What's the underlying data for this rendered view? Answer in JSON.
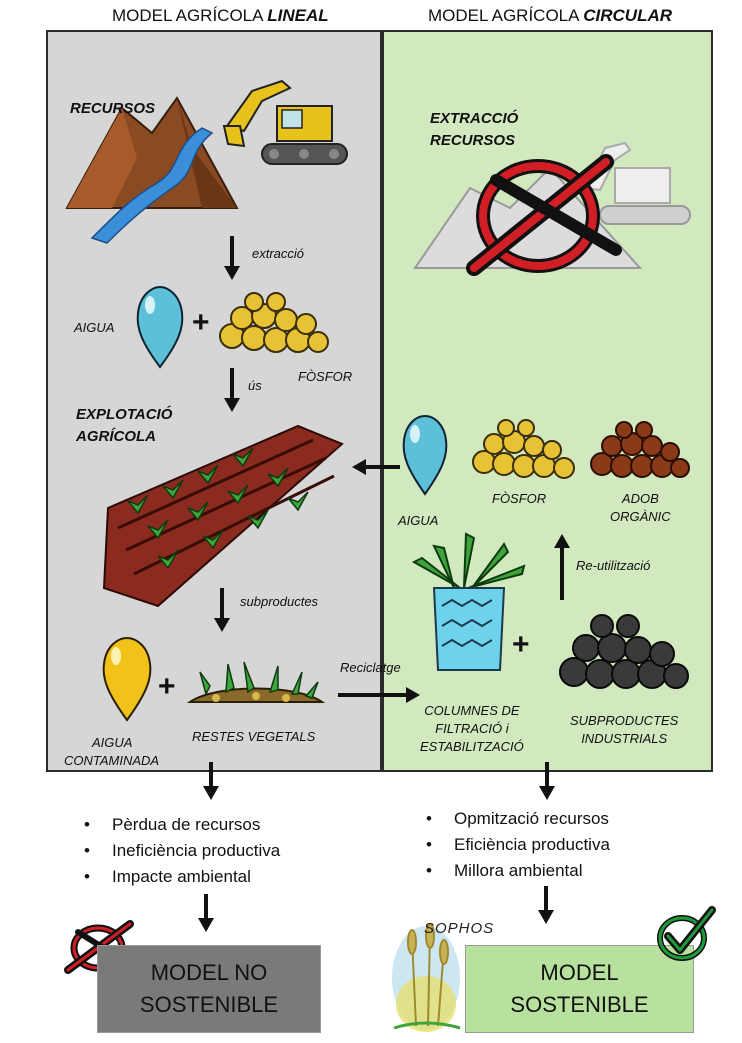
{
  "headers": {
    "left_prefix": "MODEL AGRÍCOLA ",
    "left_emph": "LINEAL",
    "right_prefix": "MODEL AGRÍCOLA ",
    "right_emph": "CIRCULAR"
  },
  "linear": {
    "recursos": "RECURSOS",
    "extraccio": "extracció",
    "aigua": "AIGUA",
    "fosfor": "FÒSFOR",
    "us": "ús",
    "explotacio_1": "EXPLOTACIÓ",
    "explotacio_2": "AGRÍCOLA",
    "subproductes": "subproductes",
    "aigua_contaminada_1": "AIGUA",
    "aigua_contaminada_2": "CONTAMINADA",
    "restes": "RESTES VEGETALS",
    "bullets": [
      "Pèrdua de recursos",
      "Ineficiència productiva",
      "Impacte ambiental"
    ],
    "result_1": "MODEL NO",
    "result_2": "SOSTENIBLE"
  },
  "circular": {
    "extraccio_1": "EXTRACCIÓ",
    "extraccio_2": "RECURSOS",
    "aigua": "AIGUA",
    "fosfor": "FÒSFOR",
    "adob_1": "ADOB",
    "adob_2": "ORGÀNIC",
    "reutilitzacio": "Re-utilització",
    "reciclatge": "Reciclatge",
    "columnes_1": "COLUMNES DE",
    "columnes_2": "FILTRACIÓ i",
    "columnes_3": "ESTABILITZACIÓ",
    "subprod_1": "SUBPRODUCTES",
    "subprod_2": "INDUSTRIALS",
    "bullets": [
      "Opmització recursos",
      "Eficiència productiva",
      "Millora ambiental"
    ],
    "sophos": "SOPHOS",
    "result_1": "MODEL",
    "result_2": "SOSTENIBLE"
  },
  "colors": {
    "linear_panel": "#d6d6d6",
    "circular_panel": "#d2e8bf",
    "no_sustainable_box": "#7a7a7a",
    "sustainable_box": "#b8e09e",
    "water": "#5bc0d8",
    "polluted_water": "#f2c21a",
    "phosphorus": "#e8c235",
    "compost": "#8a3a16",
    "field": "#8b2a1f",
    "forbidden_red": "#d21f26",
    "check_green": "#1f9a3a"
  }
}
